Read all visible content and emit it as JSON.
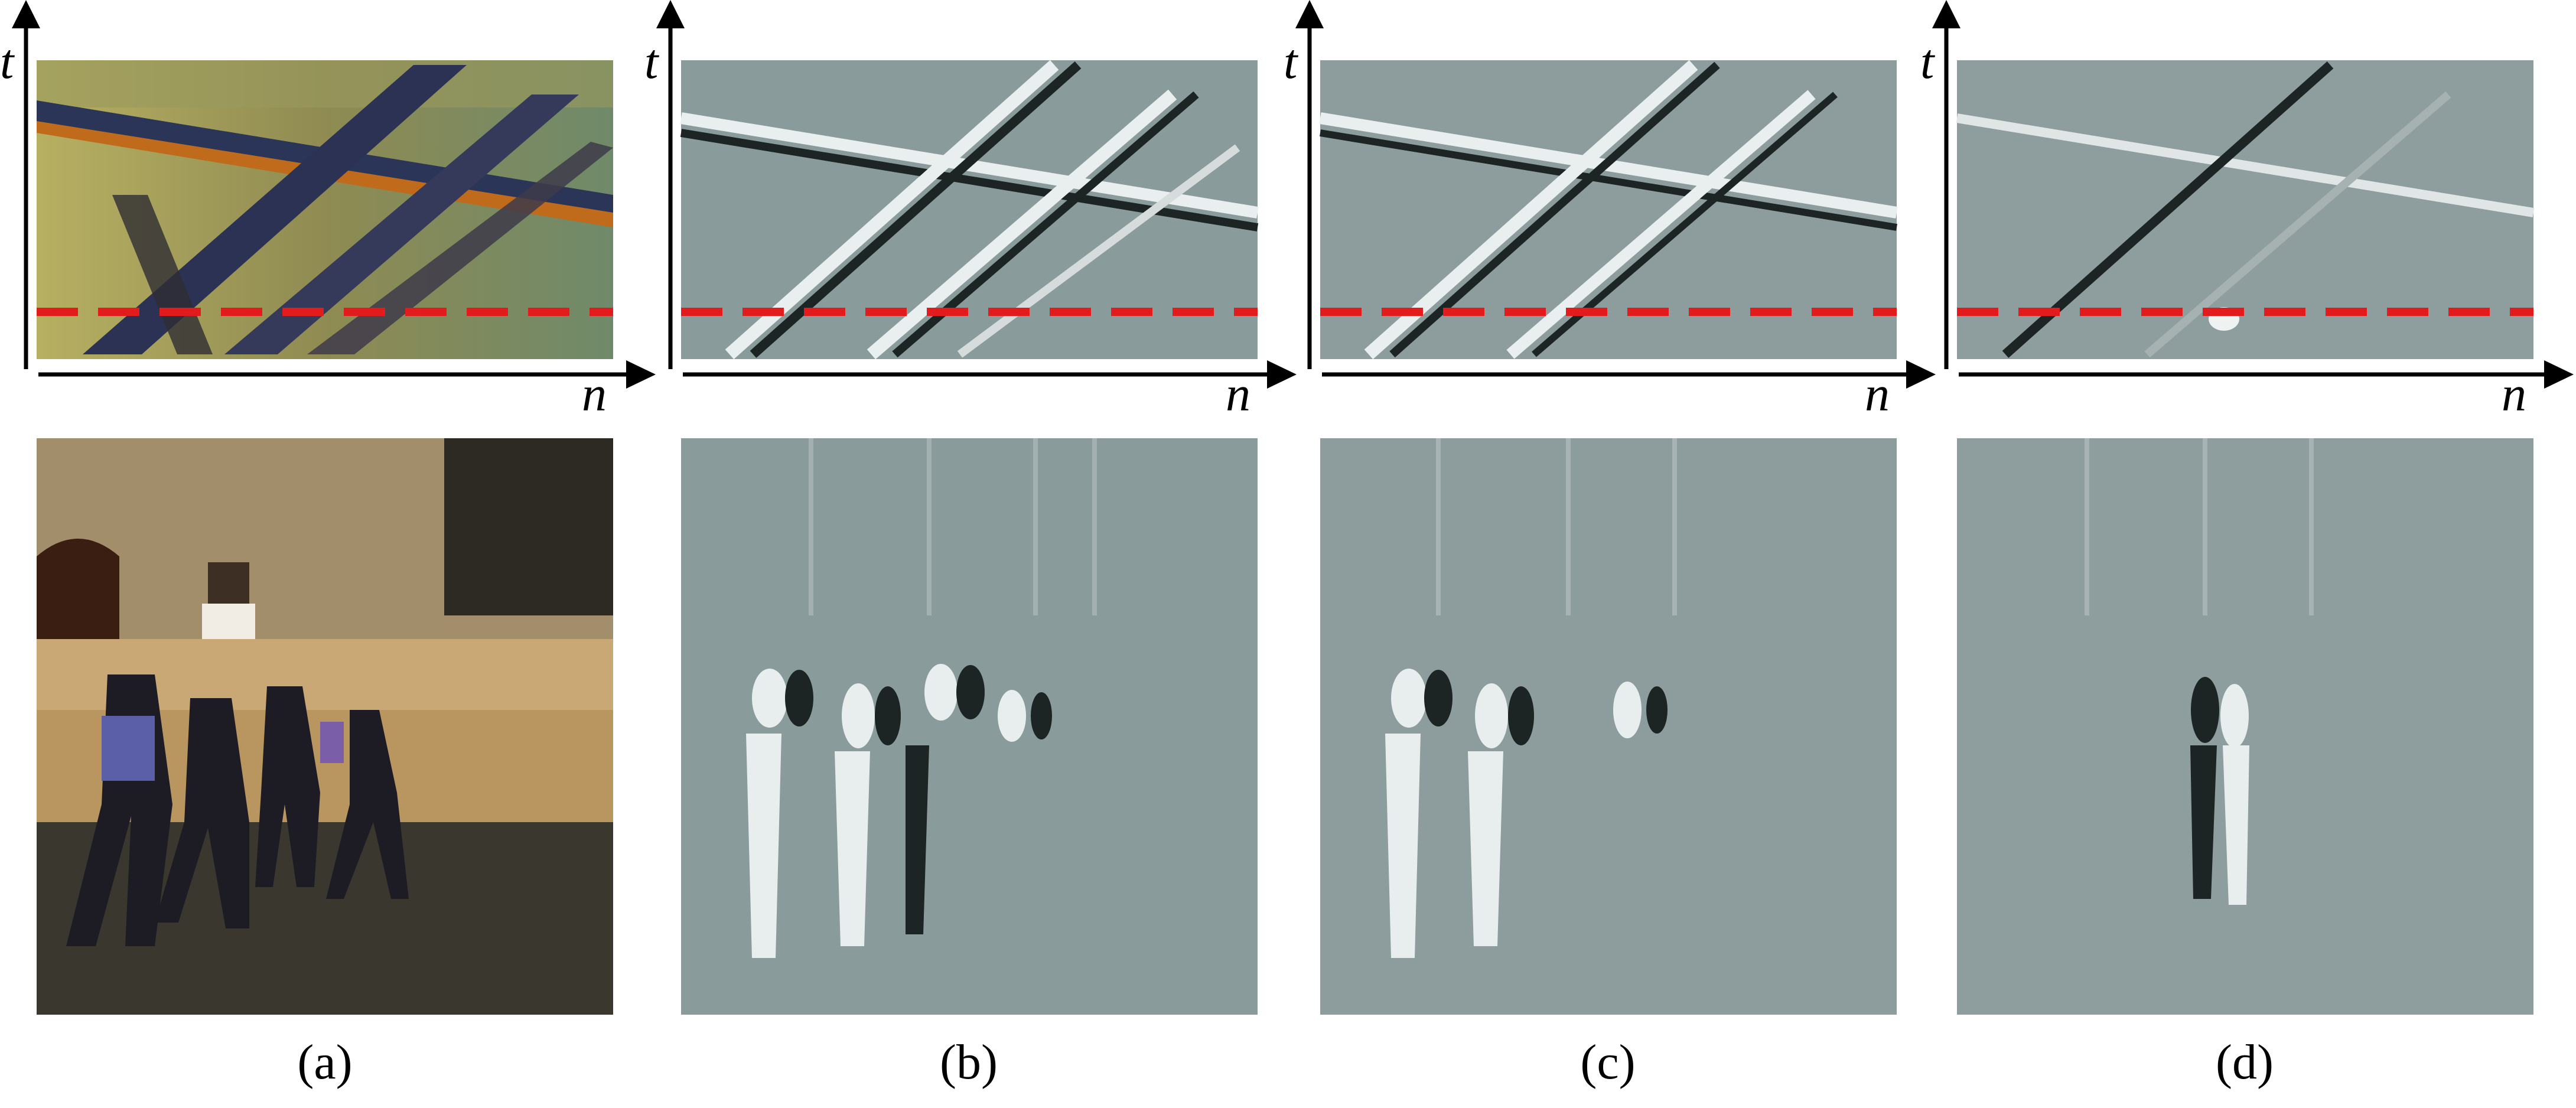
{
  "figure": {
    "axes": {
      "time_label": "t",
      "space_label": "n"
    },
    "panels": [
      {
        "id": "a",
        "caption": "(a)",
        "kind": "color"
      },
      {
        "id": "b",
        "caption": "(b)",
        "kind": "gray"
      },
      {
        "id": "c",
        "caption": "(c)",
        "kind": "gray"
      },
      {
        "id": "d",
        "caption": "(d)",
        "kind": "gray"
      }
    ],
    "colors": {
      "scanline": "#e21c1c",
      "gray_background": "#8a9b9b",
      "gray_light": "#e9efee",
      "gray_dark": "#1c2424"
    }
  }
}
